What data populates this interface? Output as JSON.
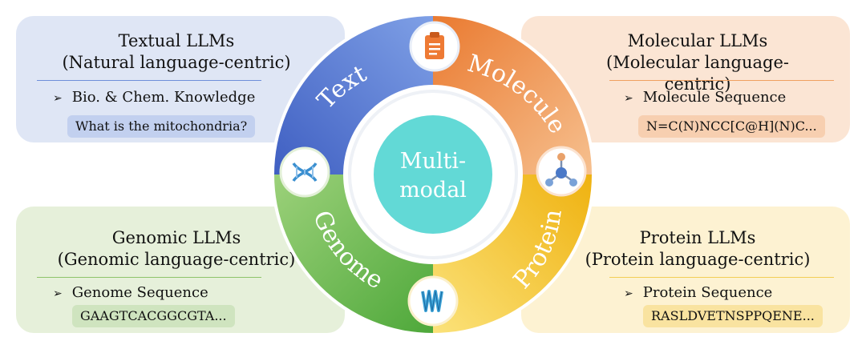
{
  "center": {
    "line1": "Multi-",
    "line2": "modal"
  },
  "ring": {
    "text": "Text",
    "molecule": "Molecule",
    "protein": "Protein",
    "genome": "Genome"
  },
  "icons": [
    "clipboard-icon",
    "molecule-icon",
    "protein-icon",
    "dna-icon"
  ],
  "colors": {
    "text": "#4f6fc9",
    "molecule": "#ec8a44",
    "protein": "#f2bf1f",
    "genome": "#6cb94c",
    "center": "#62d9d6"
  },
  "cards": {
    "textual": {
      "title": "Textual LLMs",
      "subtitle": "(Natural language-centric)",
      "bullet": "Bio. & Chem. Knowledge",
      "example": "What is the mitochondria?"
    },
    "molecular": {
      "title": "Molecular LLMs",
      "subtitle": "(Molecular language-centric)",
      "bullet": "Molecule Sequence",
      "example": "N=C(N)NCC[C@H](N)C..."
    },
    "genomic": {
      "title": "Genomic LLMs",
      "subtitle": "(Genomic language-centric)",
      "bullet": "Genome Sequence",
      "example": "GAAGTCACGGCGTA..."
    },
    "protein": {
      "title": "Protein LLMs",
      "subtitle": "(Protein language-centric)",
      "bullet": "Protein Sequence",
      "example": "RASLDVETNSPPQENE..."
    }
  }
}
